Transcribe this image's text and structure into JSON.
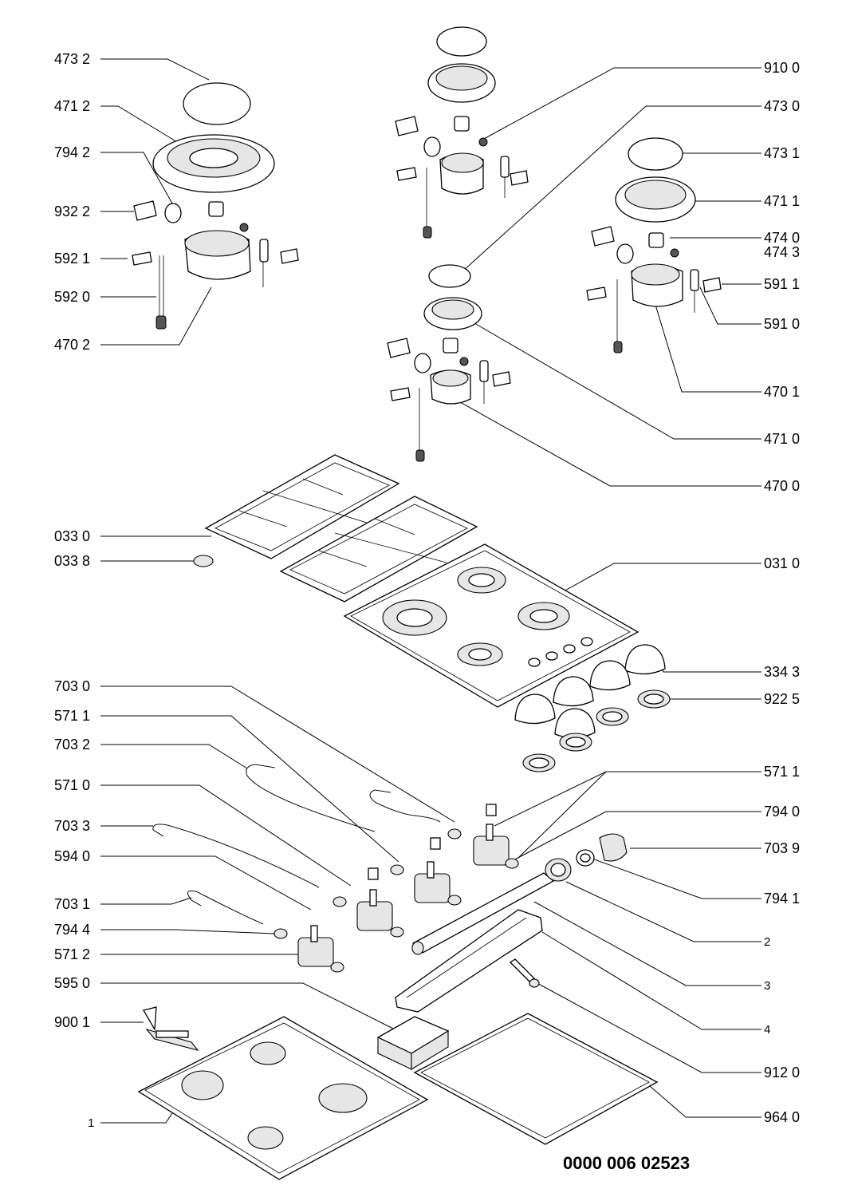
{
  "labels_left": [
    "473 2",
    "471 2",
    "794 2",
    "932 2",
    "592 1",
    "592 0",
    "470 2",
    "033 0",
    "033 8",
    "703 0",
    "571 1",
    "703 2",
    "571 0",
    "703 3",
    "594 0",
    "703 1",
    "794 4",
    "571 2",
    "595 0",
    "900 1",
    "1"
  ],
  "labels_right": [
    "910 0",
    "473 0",
    "473 1",
    "471 1",
    "474 0",
    "474 3",
    "591 1",
    "591 0",
    "470 1",
    "471 0",
    "470 0",
    "031 0",
    "334 3",
    "922 5",
    "571 1",
    "794 0",
    "703 9",
    "794 1",
    "2",
    "3",
    "4",
    "912 0",
    "964 0"
  ],
  "document_number": "0000 006 02523"
}
